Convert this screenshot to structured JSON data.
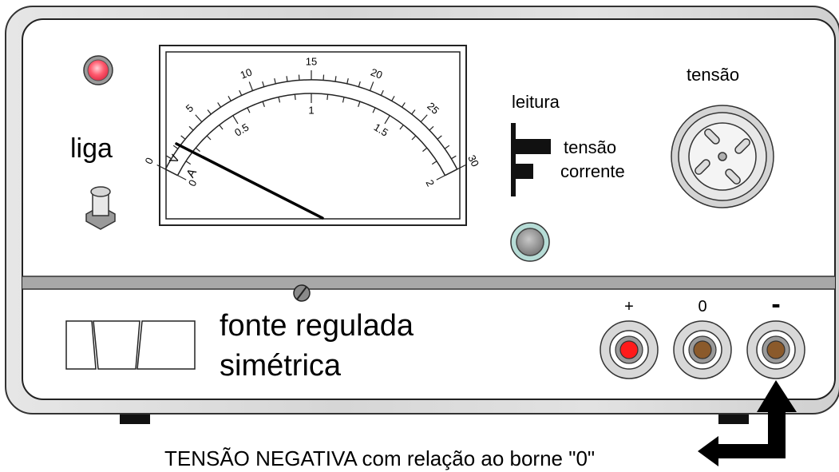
{
  "power": {
    "label": "liga"
  },
  "meter": {
    "voltage_ticks": [
      "0",
      "5",
      "10",
      "15",
      "20",
      "25",
      "30"
    ],
    "current_ticks": [
      "0",
      "0.5",
      "1",
      "1.5",
      "2"
    ],
    "voltage_unit": "V",
    "current_unit": "A",
    "needle_reading": 0
  },
  "readout": {
    "title": "leitura",
    "option_voltage": "tensão",
    "option_current": "corrente"
  },
  "knob": {
    "label": "tensão"
  },
  "brand": {
    "line1": "fonte regulada",
    "line2": "simétrica"
  },
  "terminals": [
    {
      "label": "+",
      "color": "#ff1a1a"
    },
    {
      "label": "0",
      "color": "#8b5a2b"
    },
    {
      "label": "-",
      "color": "#8b5a2b"
    }
  ],
  "annotation": {
    "text": "TENSÃO NEGATIVA com relação ao borne \"0\""
  },
  "colors": {
    "panel": "#ffffff",
    "frame": "#dcdcdc",
    "led": "#ff5a6e",
    "strip": "#a8a8a8"
  }
}
